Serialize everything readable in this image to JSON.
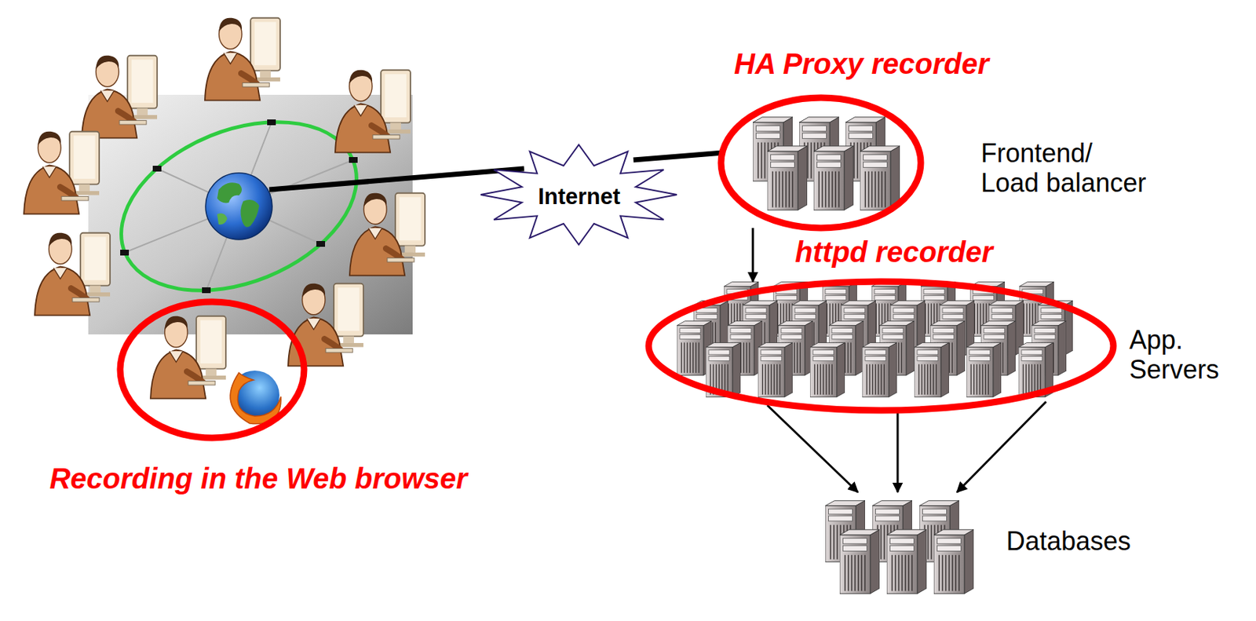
{
  "diagram": {
    "nodes": [
      {
        "text": [
          "Recording in the Web browser"
        ]
      },
      {
        "text": [
          "Internet"
        ]
      },
      {
        "text": [
          "HA Proxy recorder",
          "Frontend/ Load balancer"
        ]
      },
      {
        "text": [
          "httpd recorder",
          "App. Servers"
        ]
      },
      {
        "text": [
          "Databases"
        ]
      }
    ],
    "edges": [
      {
        "from": 1,
        "to": 2,
        "arrow": "none"
      },
      {
        "from": 2,
        "to": 3,
        "arrow": "to"
      },
      {
        "from": 3,
        "to": 4,
        "arrow": "to"
      }
    ]
  }
}
